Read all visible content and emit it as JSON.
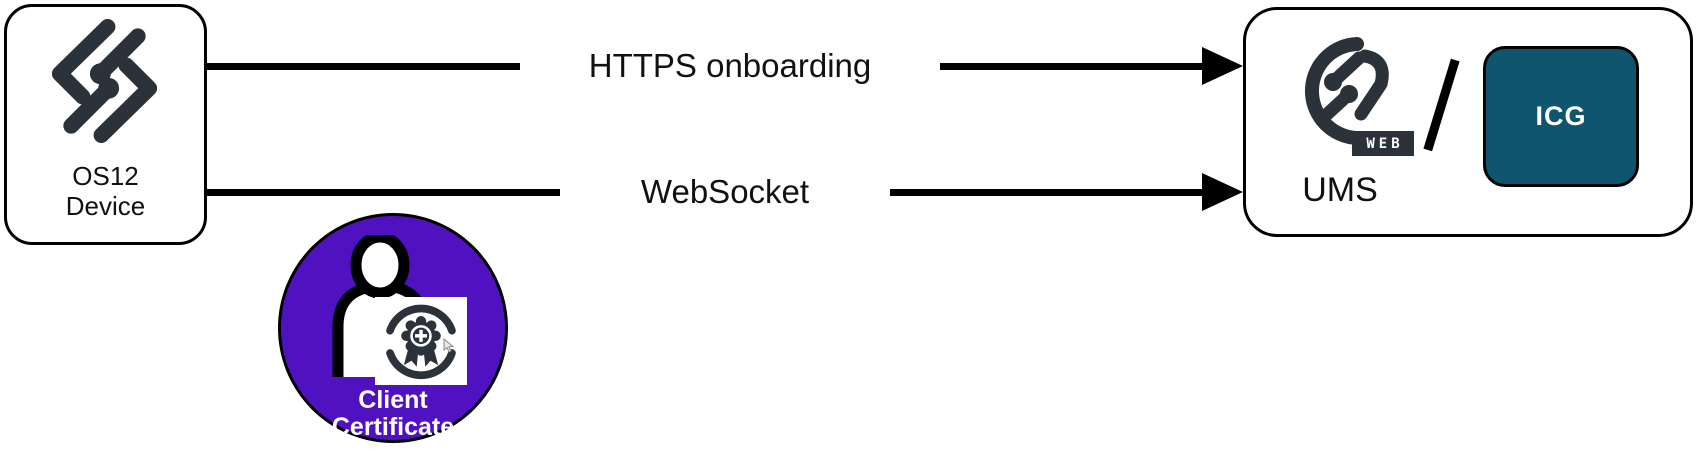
{
  "colors": {
    "logo-dark": "#2b323a",
    "purple": "#5012c0",
    "teal": "#0f556e",
    "ink": "#111111"
  },
  "device_box": {
    "label": [
      "OS12",
      "Device"
    ],
    "logo_icon": "igel-os-logo"
  },
  "arrows": [
    {
      "label": "HTTPS onboarding"
    },
    {
      "label": "WebSocket"
    }
  ],
  "server_box": {
    "logo_icon": "igel-ums-web-logo",
    "web_badge": "WEB",
    "separator": "/",
    "icg_label": "ICG",
    "ums_label": "UMS"
  },
  "certificate": {
    "label": [
      "Client",
      "Certificate"
    ],
    "icons": [
      "person-icon",
      "certificate-award-icon",
      "mouse-cursor-icon"
    ]
  }
}
